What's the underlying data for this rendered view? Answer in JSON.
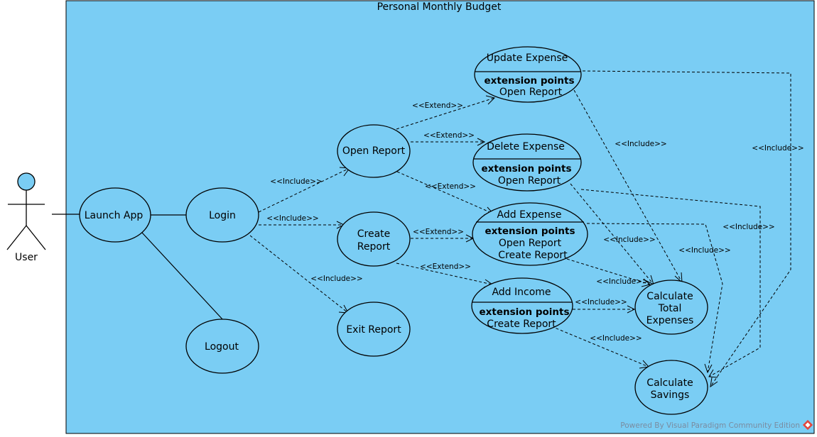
{
  "system": {
    "title": "Personal Monthly Budget",
    "fill": "#7acdf4"
  },
  "actor": {
    "name": "User",
    "fill": "#7acdf4"
  },
  "use_cases": {
    "launch_app": {
      "name": "Launch App"
    },
    "login": {
      "name": "Login"
    },
    "logout": {
      "name": "Logout"
    },
    "open_report": {
      "name": "Open Report"
    },
    "create_report": {
      "name_line1": "Create",
      "name_line2": "Report"
    },
    "exit_report": {
      "name": "Exit Report"
    },
    "update_expense": {
      "name": "Update Expense",
      "ext_title": "extension points",
      "ext_points": [
        "Open Report"
      ]
    },
    "delete_expense": {
      "name": "Delete Expense",
      "ext_title": "extension points",
      "ext_points": [
        "Open Report"
      ]
    },
    "add_expense": {
      "name": "Add Expense",
      "ext_title": "extension points",
      "ext_points": [
        "Open Report",
        "Create Report"
      ]
    },
    "add_income": {
      "name": "Add Income",
      "ext_title": "extension points",
      "ext_points": [
        "Create Report"
      ]
    },
    "calc_total": {
      "name_line1": "Calculate",
      "name_line2": "Total",
      "name_line3": "Expenses"
    },
    "calc_savings": {
      "name_line1": "Calculate",
      "name_line2": "Savings"
    }
  },
  "stereotypes": {
    "include": "<<Include>>",
    "extend": "<<Extend>>"
  },
  "watermark": "Powered By Visual Paradigm Community Edition"
}
